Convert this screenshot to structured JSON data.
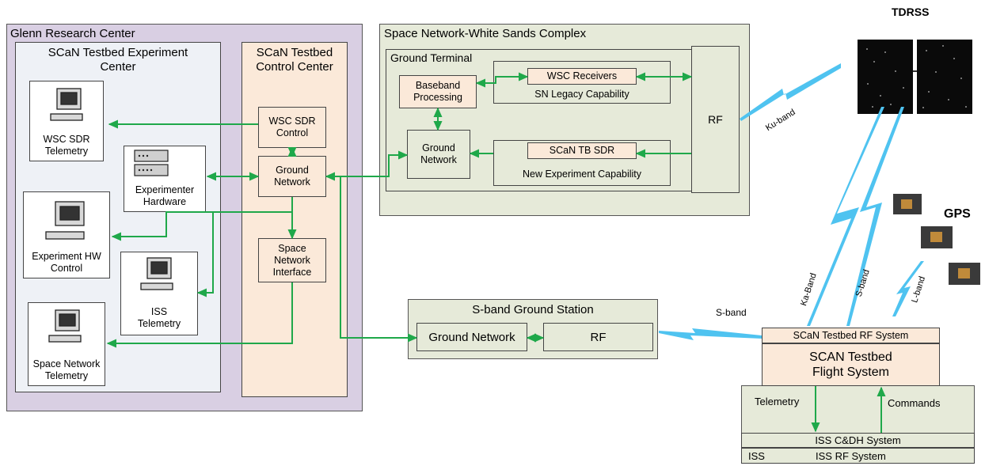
{
  "colors": {
    "link": "#1fa84a",
    "wireless": "#4fc3f0",
    "grc_bg": "#d9cfe3",
    "sn_bg": "#e6ead9",
    "ctrl_bg": "#fbe9d9",
    "exp_bg": "#eef1f6"
  },
  "grc": {
    "title": "Glenn Research Center",
    "exp_center": "SCaN Testbed Experiment\nCenter",
    "ctrl_center": "SCaN Testbed\nControl Center",
    "wsc_sdr_telemetry": "WSC SDR\nTelemetry",
    "experimenter_hardware": "Experimenter\nHardware",
    "experiment_hw_control": "Experiment HW\nControl",
    "iss_telemetry": "ISS\nTelemetry",
    "space_network_telemetry": "Space Network\nTelemetry",
    "wsc_sdr_control": "WSC SDR\nControl",
    "ground_network": "Ground\nNetwork",
    "space_network_interface": "Space\nNetwork\nInterface"
  },
  "wsc": {
    "title": "Space Network-White Sands Complex",
    "ground_terminal": "Ground Terminal",
    "baseband": "Baseband\nProcessing",
    "wsc_receivers": "WSC Receivers",
    "legacy": "SN Legacy Capability",
    "ground_network": "Ground\nNetwork",
    "scan_tb_sdr": "SCaN TB SDR",
    "new_exp": "New Experiment Capability",
    "rf": "RF"
  },
  "sband_station": {
    "title": "S-band Ground Station",
    "ground_network": "Ground Network",
    "rf": "RF"
  },
  "space": {
    "tdrss": "TDRSS",
    "gps": "GPS",
    "ku_band": "Ku-band",
    "s_band_ground": "S-band",
    "ka_band": "Ka-Band",
    "s_band_tdrss": "S-band",
    "l_band": "L-band"
  },
  "flight": {
    "rf_system": "SCaN Testbed RF System",
    "flight_system": "SCAN Testbed\nFlight System",
    "telemetry": "Telemetry",
    "commands": "Commands",
    "cdh": "ISS C&DH System",
    "iss": "ISS",
    "iss_rf": "ISS RF System"
  }
}
